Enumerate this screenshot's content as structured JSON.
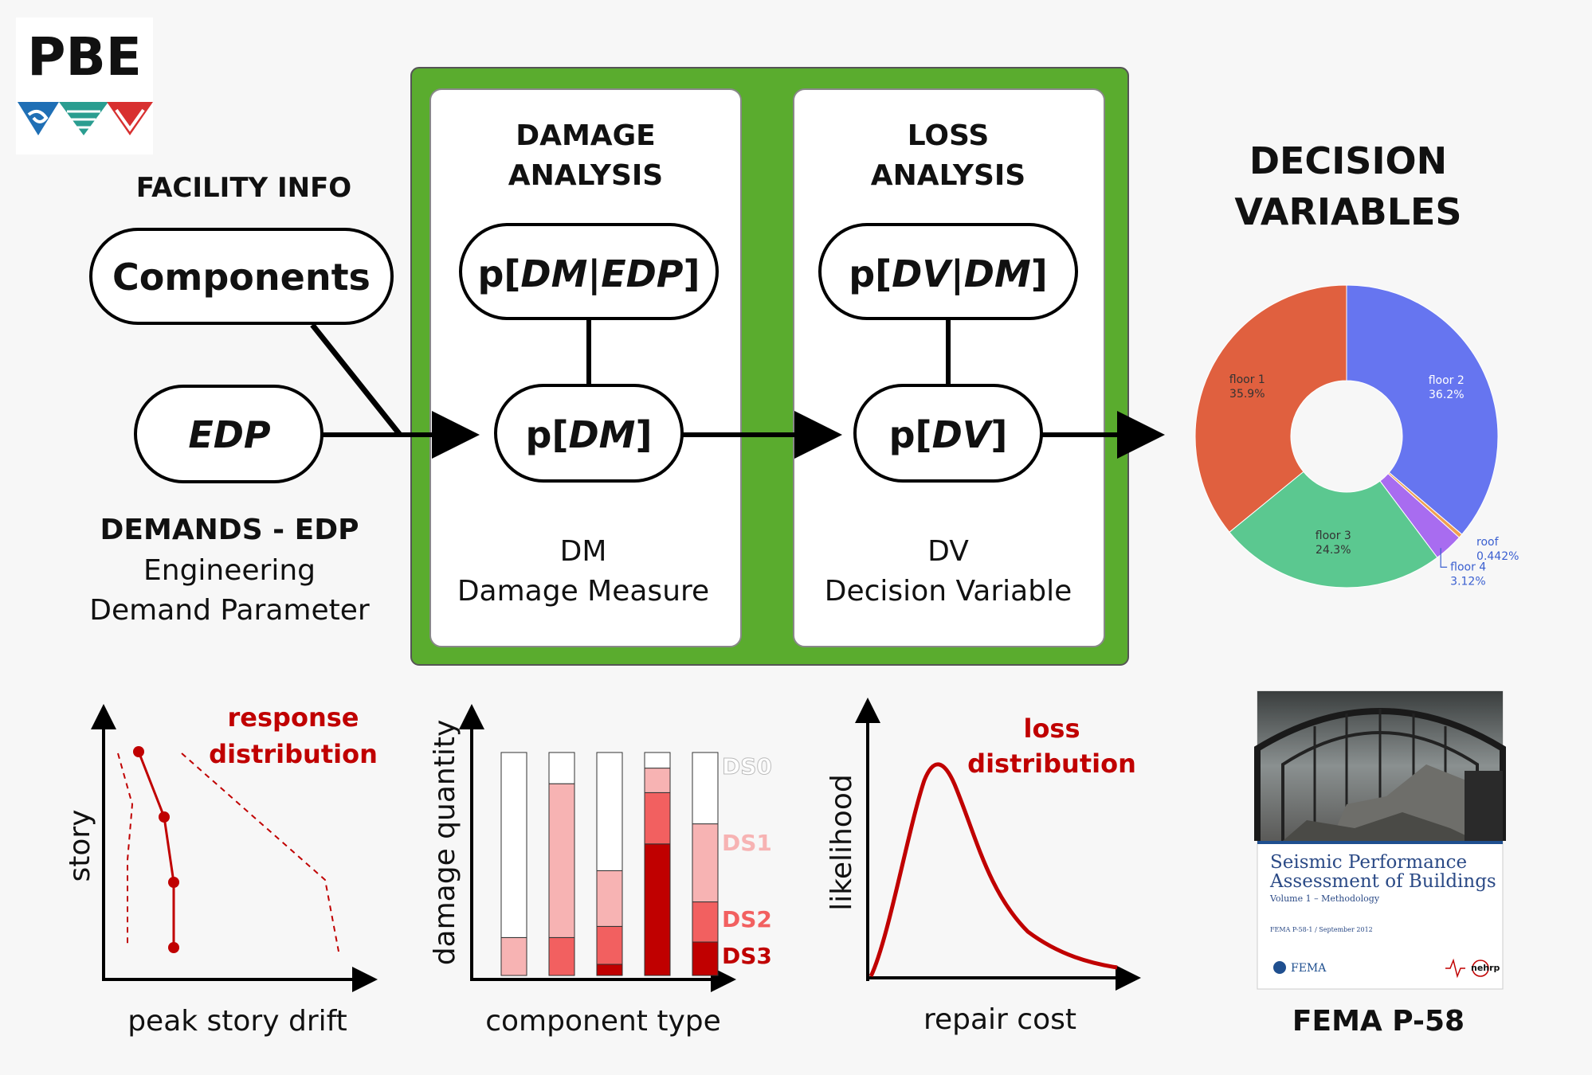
{
  "logo": {
    "text": "PBE"
  },
  "facility_info": {
    "title": "FACILITY INFO",
    "components_label": "Components"
  },
  "demands": {
    "edp_label": "EDP",
    "title": "DEMANDS - EDP",
    "line1": "Engineering",
    "line2": "Demand Parameter"
  },
  "damage_analysis": {
    "title1": "DAMAGE",
    "title2": "ANALYSIS",
    "cond_pre": "p[",
    "cond_a": "DM",
    "cond_sep": "|",
    "cond_b": "EDP",
    "cond_post": "]",
    "marg_pre": "p[",
    "marg_var": "DM",
    "marg_post": "]",
    "abbr": "DM",
    "desc": "Damage Measure"
  },
  "loss_analysis": {
    "title1": "LOSS",
    "title2": "ANALYSIS",
    "cond_pre": "p[",
    "cond_a": "DV",
    "cond_sep": "|",
    "cond_b": "DM",
    "cond_post": "]",
    "marg_pre": "p[",
    "marg_var": "DV",
    "marg_post": "]",
    "abbr": "DV",
    "desc": "Decision Variable"
  },
  "decision_variables": {
    "title1": "DECISION",
    "title2": "VARIABLES"
  },
  "colors": {
    "green": "#5aac2e",
    "floor1": "#e0603f",
    "floor2": "#6675f0",
    "floor3": "#5bc890",
    "floor4": "#a86cf0",
    "roof": "#f0a050",
    "red": "#c00000"
  },
  "chart_data": [
    {
      "type": "pie",
      "hole": true,
      "slices": [
        {
          "name": "floor 2",
          "label": "floor 2",
          "pct": "36.2%",
          "value": 36.2,
          "color": "#6675f0"
        },
        {
          "name": "roof",
          "label": "roof",
          "pct": "0.442%",
          "value": 0.442,
          "color": "#f0a050"
        },
        {
          "name": "floor 4",
          "label": "floor 4",
          "pct": "3.12%",
          "value": 3.12,
          "color": "#a86cf0"
        },
        {
          "name": "floor 3",
          "label": "floor 3",
          "pct": "24.3%",
          "value": 24.3,
          "color": "#5bc890"
        },
        {
          "name": "floor 1",
          "label": "floor 1",
          "pct": "35.9%",
          "value": 35.9,
          "color": "#e0603f"
        }
      ]
    },
    {
      "type": "line",
      "xlabel": "peak story drift",
      "ylabel": "story",
      "annotation1": "response",
      "annotation2": "distribution",
      "series": [
        {
          "x": [
            0.3,
            0.7,
            0.85,
            0.85
          ],
          "y": [
            4,
            3,
            2,
            1
          ]
        }
      ]
    },
    {
      "type": "bar",
      "stacked": true,
      "xlabel": "component type",
      "ylabel": "damage quantity",
      "ds_labels": [
        "DS0",
        "DS1",
        "DS2",
        "DS3"
      ],
      "ds_colors": [
        "#ffffff",
        "#f7b3b3",
        "#f26060",
        "#c00000"
      ],
      "components": [
        [
          0,
          0.17,
          0,
          0
        ],
        [
          0,
          0.69,
          0.17,
          0
        ],
        [
          0,
          0.25,
          0.17,
          0.05
        ],
        [
          0,
          0.11,
          0.23,
          0.59
        ],
        [
          0,
          0.35,
          0.18,
          0.15
        ]
      ]
    },
    {
      "type": "line",
      "xlabel": "repair cost",
      "ylabel": "likelihood",
      "annotation1": "loss",
      "annotation2": "distribution"
    }
  ],
  "fema": {
    "cover_title1": "Seismic Performance",
    "cover_title2": "Assessment of Buildings",
    "cover_subtitle": "Volume 1 – Methodology",
    "cover_code": "FEMA P-58-1 / September 2012",
    "fema_logo_text": "FEMA",
    "nehrp_logo_text": "nehrp",
    "caption": "FEMA P-58"
  }
}
